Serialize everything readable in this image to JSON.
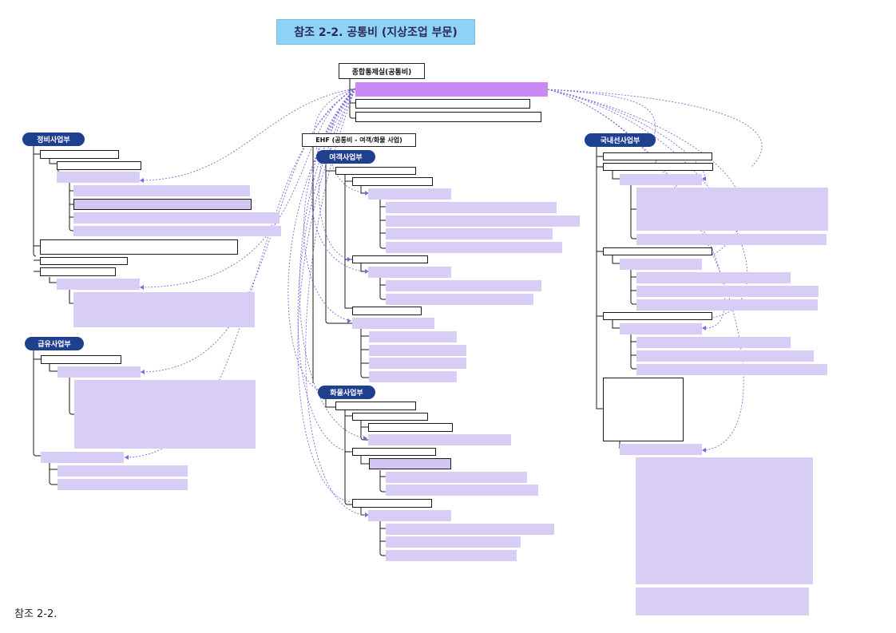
{
  "title": "참조 2-2. 공통비 (지상조업 부문)",
  "hq_label": "종합통제실(공통비)",
  "ehf_label": "EHF (공통비 - 여객/화물 사업)",
  "departments": {
    "maintenance": "정비사업부",
    "fueling": "급유사업부",
    "passenger": "여객사업부",
    "cargo": "화물사업부",
    "domestic": "국내선사업부"
  },
  "caption": "참조 2-2.",
  "colors": {
    "title_fill": "#8ed2f6",
    "department_pill": "#1f3f8f",
    "node_fill": "#d8cdf5",
    "highlight_fill": "#c98af5",
    "connector": "#7b6bd6"
  }
}
